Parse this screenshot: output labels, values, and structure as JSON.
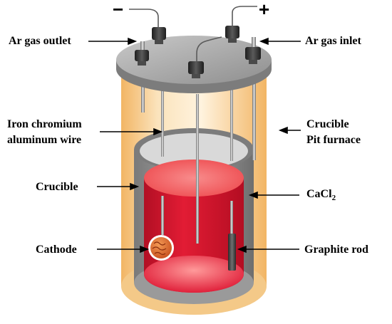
{
  "polarity": {
    "negative": "−",
    "positive": "+"
  },
  "labels": {
    "ar_gas_outlet": "Ar gas outlet",
    "ar_gas_inlet": "Ar gas inlet",
    "iron_chromium_line1": "Iron chromium",
    "iron_chromium_line2": "aluminum wire",
    "crucible_pit_line1": "Crucible",
    "crucible_pit_line2": "Pit furnace",
    "crucible": "Crucible",
    "cacl2_base": "CaCl",
    "cacl2_sub": "2",
    "cathode": "Cathode",
    "graphite_rod": "Graphite rod"
  },
  "colors": {
    "furnace": "#f6d39e",
    "crucible_wall": "#8c8c8c",
    "melt": "#d3122a",
    "melt_surface": "#f06a6a",
    "lid": "#a8a8a8",
    "cathode": "#d9662c"
  }
}
